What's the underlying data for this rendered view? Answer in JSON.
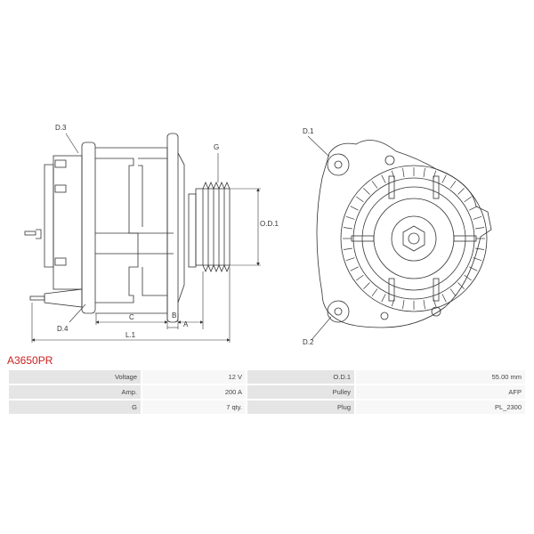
{
  "drawing": {
    "labels": {
      "d3": "D.3",
      "d4": "D.4",
      "g": "G",
      "od1": "O.D.1",
      "c": "C",
      "b": "B",
      "a": "A",
      "l1": "L.1",
      "d1": "D.1",
      "d2": "D.2"
    },
    "line_color": "#333333"
  },
  "part": {
    "code": "A3650PR",
    "code_color": "#cc1f1f"
  },
  "specs": [
    {
      "k1": "Voltage",
      "v1": "12 V",
      "k2": "O.D.1",
      "v2": "55.00 mm"
    },
    {
      "k1": "Amp.",
      "v1": "200 A",
      "k2": "Pulley",
      "v2": "AFP"
    },
    {
      "k1": "G",
      "v1": "7 qty.",
      "k2": "Plug",
      "v2": "PL_2300"
    }
  ]
}
